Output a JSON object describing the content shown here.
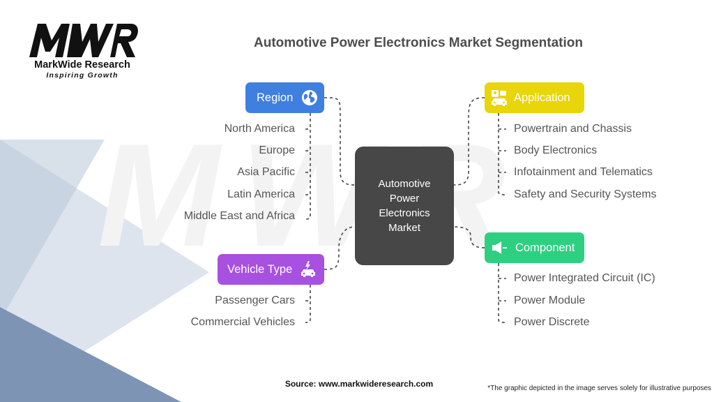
{
  "brand": {
    "name": "MarkWide Research",
    "tagline": "Inspiring Growth"
  },
  "title": "Automotive Power Electronics Market Segmentation",
  "center": {
    "label": "Automotive Power Electronics Market"
  },
  "segments": {
    "region": {
      "label": "Region",
      "icon": "globe-icon",
      "color": "#3f7fe0",
      "items": [
        "North America",
        "Europe",
        "Asia Pacific",
        "Latin America",
        "Middle East and Africa"
      ]
    },
    "vehicle_type": {
      "label": "Vehicle Type",
      "icon": "car-charging-icon",
      "color": "#a850e0",
      "items": [
        "Passenger Cars",
        "Commercial Vehicles"
      ]
    },
    "application": {
      "label": "Application",
      "icon": "car-service-icon",
      "color": "#e8d50a",
      "items": [
        "Powertrain and Chassis",
        "Body Electronics",
        "Infotainment and Telematics",
        "Safety and Security Systems"
      ]
    },
    "component": {
      "label": "Component",
      "icon": "speaker-icon",
      "color": "#2fcf82",
      "items": [
        "Power Integrated Circuit (IC)",
        "Power Module",
        "Power Discrete"
      ]
    }
  },
  "footer": {
    "source": "Source: www.markwideresearch.com",
    "disclaimer": "*The graphic depicted in the image serves solely for illustrative purposes"
  }
}
